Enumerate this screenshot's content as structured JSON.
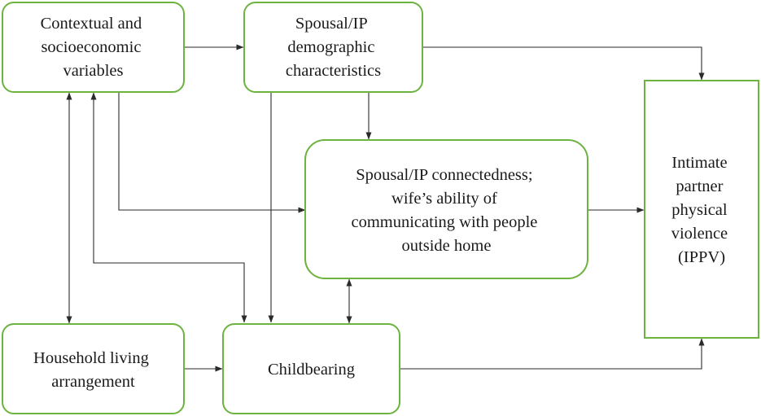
{
  "diagram": {
    "colors": {
      "box_border": "#6cb33f",
      "arrow": "#2a2a2a",
      "text": "#1a1a1a"
    },
    "nodes": {
      "contextual": {
        "lines": [
          "Contextual and",
          "socioeconomic",
          "variables"
        ]
      },
      "demographic": {
        "lines": [
          "Spousal/IP",
          "demographic",
          "characteristics"
        ]
      },
      "connectedness": {
        "lines": [
          "Spousal/IP connectedness;",
          "wife’s ability of",
          "communicating with people",
          "outside home"
        ]
      },
      "ippv": {
        "lines": [
          "Intimate",
          "partner",
          "physical",
          "violence",
          "(IPPV)"
        ]
      },
      "household": {
        "lines": [
          "Household living",
          "arrangement"
        ]
      },
      "childbearing": {
        "lines": [
          "Childbearing"
        ]
      }
    }
  }
}
